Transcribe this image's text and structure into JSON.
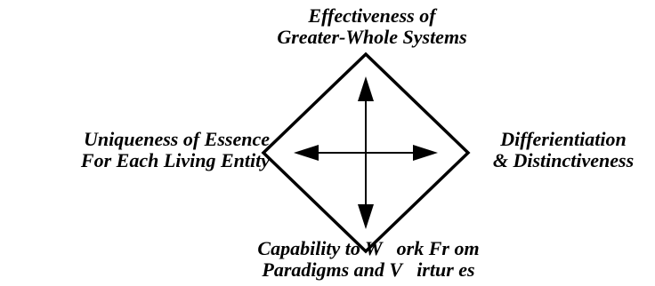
{
  "diagram": {
    "top_label": {
      "line1": "Effectiveness of",
      "line2": "Greater-Whole Systems"
    },
    "left_label": {
      "line1": "Uniqueness of Essence",
      "line2": "For Each Living Entity"
    },
    "right_label": {
      "line1": "Differientiation",
      "line2": "& Distinctiveness"
    },
    "bottom_label": {
      "line1": "Capability to W   ork Fr om",
      "line2": "Paradigms and V   irtur es"
    },
    "colors": {
      "stroke": "#000000",
      "background": "#ffffff"
    }
  }
}
